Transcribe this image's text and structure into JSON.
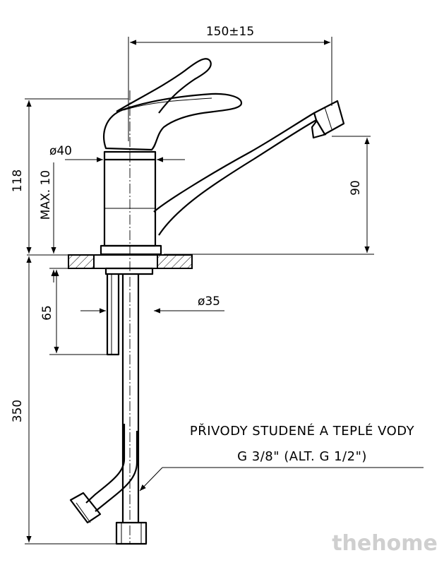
{
  "dimensions": {
    "width_spread": "150±15",
    "diameter_body": "ø40",
    "max_thickness": "MAX. 10",
    "height_total": "118",
    "height_spout": "90",
    "diameter_shank": "ø35",
    "shank_length": "65",
    "hose_length": "350"
  },
  "note": {
    "line1": "PŘIVODY STUDENÉ A TEPLÉ VODY",
    "line2": "G 3/8\" (ALT. G 1/2\")"
  },
  "watermark": "thehome"
}
